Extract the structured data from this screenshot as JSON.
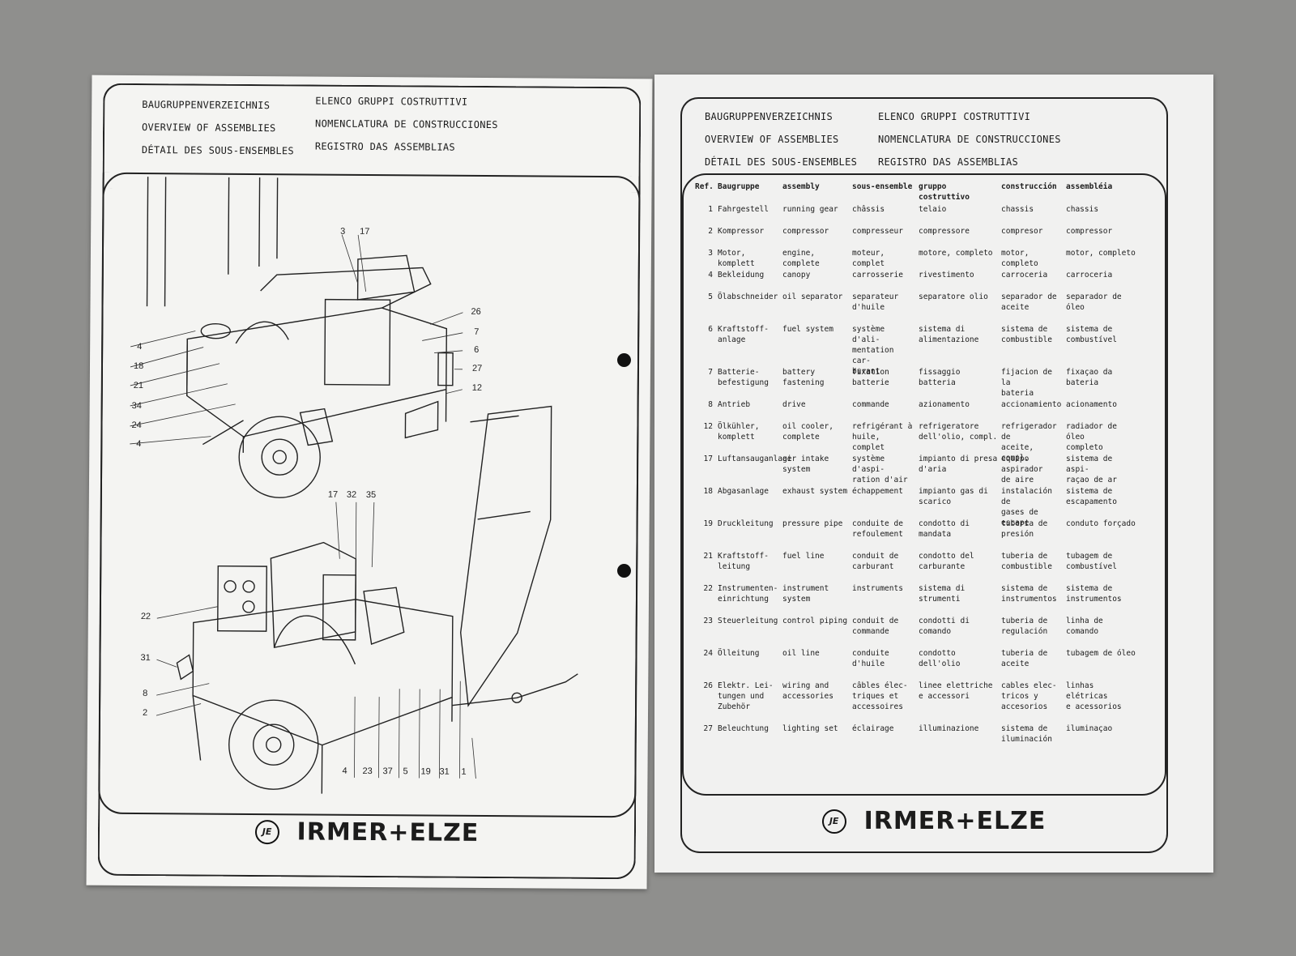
{
  "header": {
    "col1": [
      "BAUGRUPPENVERZEICHNIS",
      "OVERVIEW OF ASSEMBLIES",
      "DÉTAIL DES SOUS-ENSEMBLES"
    ],
    "col2": [
      "ELENCO GRUPPI COSTRUTTIVI",
      "NOMENCLATURA DE CONSTRUCCIONES",
      "REGISTRO DAS ASSEMBLIAS"
    ]
  },
  "brand": {
    "mark": "JE",
    "name": "IRMER+ELZE"
  },
  "drawing": {
    "top_callouts": [
      "3",
      "17",
      "26",
      "7",
      "6",
      "27",
      "12",
      "4",
      "18",
      "21",
      "34",
      "24",
      "4"
    ],
    "bottom_callouts": [
      "17",
      "32",
      "35",
      "22",
      "31",
      "8",
      "2",
      "4",
      "23",
      "37",
      "5",
      "19",
      "31",
      "1"
    ]
  },
  "table": {
    "headers": [
      "Ref.",
      "Baugruppe",
      "assembly",
      "sous-ensemble",
      "gruppo costruttivo",
      "construcción",
      "assembléia"
    ],
    "rows": [
      [
        "1",
        "Fahrgestell",
        "running gear",
        "châssis",
        "telaio",
        "chassis",
        "chassis"
      ],
      [
        "2",
        "Kompressor",
        "compressor",
        "compresseur",
        "compressore",
        "compresor",
        "compressor"
      ],
      [
        "3",
        "Motor, komplett",
        "engine, complete",
        "moteur, complet",
        "motore, completo",
        "motor, completo",
        "motor, completo"
      ],
      [
        "4",
        "Bekleidung",
        "canopy",
        "carrosserie",
        "rivestimento",
        "carroceria",
        "carroceria"
      ],
      [
        "5",
        "Ölabschneider",
        "oil separator",
        "separateur\nd'huile",
        "separatore olio",
        "separador de\naceite",
        "separador de óleo"
      ],
      [
        "6",
        "Kraftstoff-\nanlage",
        "fuel system",
        "système d'ali-\nmentation car-\nburant",
        "sistema di\nalimentazione",
        "sistema de\ncombustible",
        "sistema de\ncombustível"
      ],
      [
        "7",
        "Batterie-\nbefestigung",
        "battery\nfastening",
        "fixation\nbatterie",
        "fissaggio\nbatteria",
        "fijacion de la\nbateria",
        "fixaçao da\nbateria"
      ],
      [
        "8",
        "Antrieb",
        "drive",
        "commande",
        "azionamento",
        "accionamiento",
        "acionamento"
      ],
      [
        "12",
        "Ölkühler,\nkomplett",
        "oil cooler,\ncomplete",
        "refrigérant à\nhuile, complet",
        "refrigeratore\ndell'olio, compl.",
        "refrigerador de\naceite, compl.",
        "radiador de óleo\ncompleto"
      ],
      [
        "17",
        "Luftansauganlage",
        "air intake system",
        "système d'aspi-\nration d'air",
        "impianto di presa\nd'aria",
        "equipo aspirador\nde aire",
        "sistema de aspi-\nraçao de ar"
      ],
      [
        "18",
        "Abgasanlage",
        "exhaust system",
        "échappement",
        "impianto gas di\nscarico",
        "instalación de\ngases de escape",
        "sistema de\nescapamento"
      ],
      [
        "19",
        "Druckleitung",
        "pressure pipe",
        "conduite de\nrefoulement",
        "condotto di\nmandata",
        "tuberia de\npresión",
        "conduto forçado"
      ],
      [
        "21",
        "Kraftstoff-\nleitung",
        "fuel line",
        "conduit de\ncarburant",
        "condotto del\ncarburante",
        "tuberia de\ncombustible",
        "tubagem de\ncombustível"
      ],
      [
        "22",
        "Instrumenten-\neinrichtung",
        "instrument\nsystem",
        "instruments",
        "sistema di\nstrumenti",
        "sistema de\ninstrumentos",
        "sistema de\ninstrumentos"
      ],
      [
        "23",
        "Steuerleitung",
        "control piping",
        "conduit de\ncommande",
        "condotti di\ncomando",
        "tuberia de\nregulación",
        "linha de comando"
      ],
      [
        "24",
        "Ölleitung",
        "oil line",
        "conduite\nd'huile",
        "condotto dell'olio",
        "tuberia de\naceite",
        "tubagem de óleo"
      ],
      [
        "26",
        "Elektr. Lei-\ntungen und\nZubehör",
        "wiring and\naccessories",
        "câbles élec-\ntriques et\naccessoires",
        "linee elettriche\ne accessori",
        "cables elec-\ntricos y\naccesorios",
        "linhas elétricas\ne acessorios"
      ],
      [
        "27",
        "Beleuchtung",
        "lighting set",
        "éclairage",
        "illuminazione",
        "sistema de\niluminación",
        "iluminaçao"
      ]
    ]
  }
}
